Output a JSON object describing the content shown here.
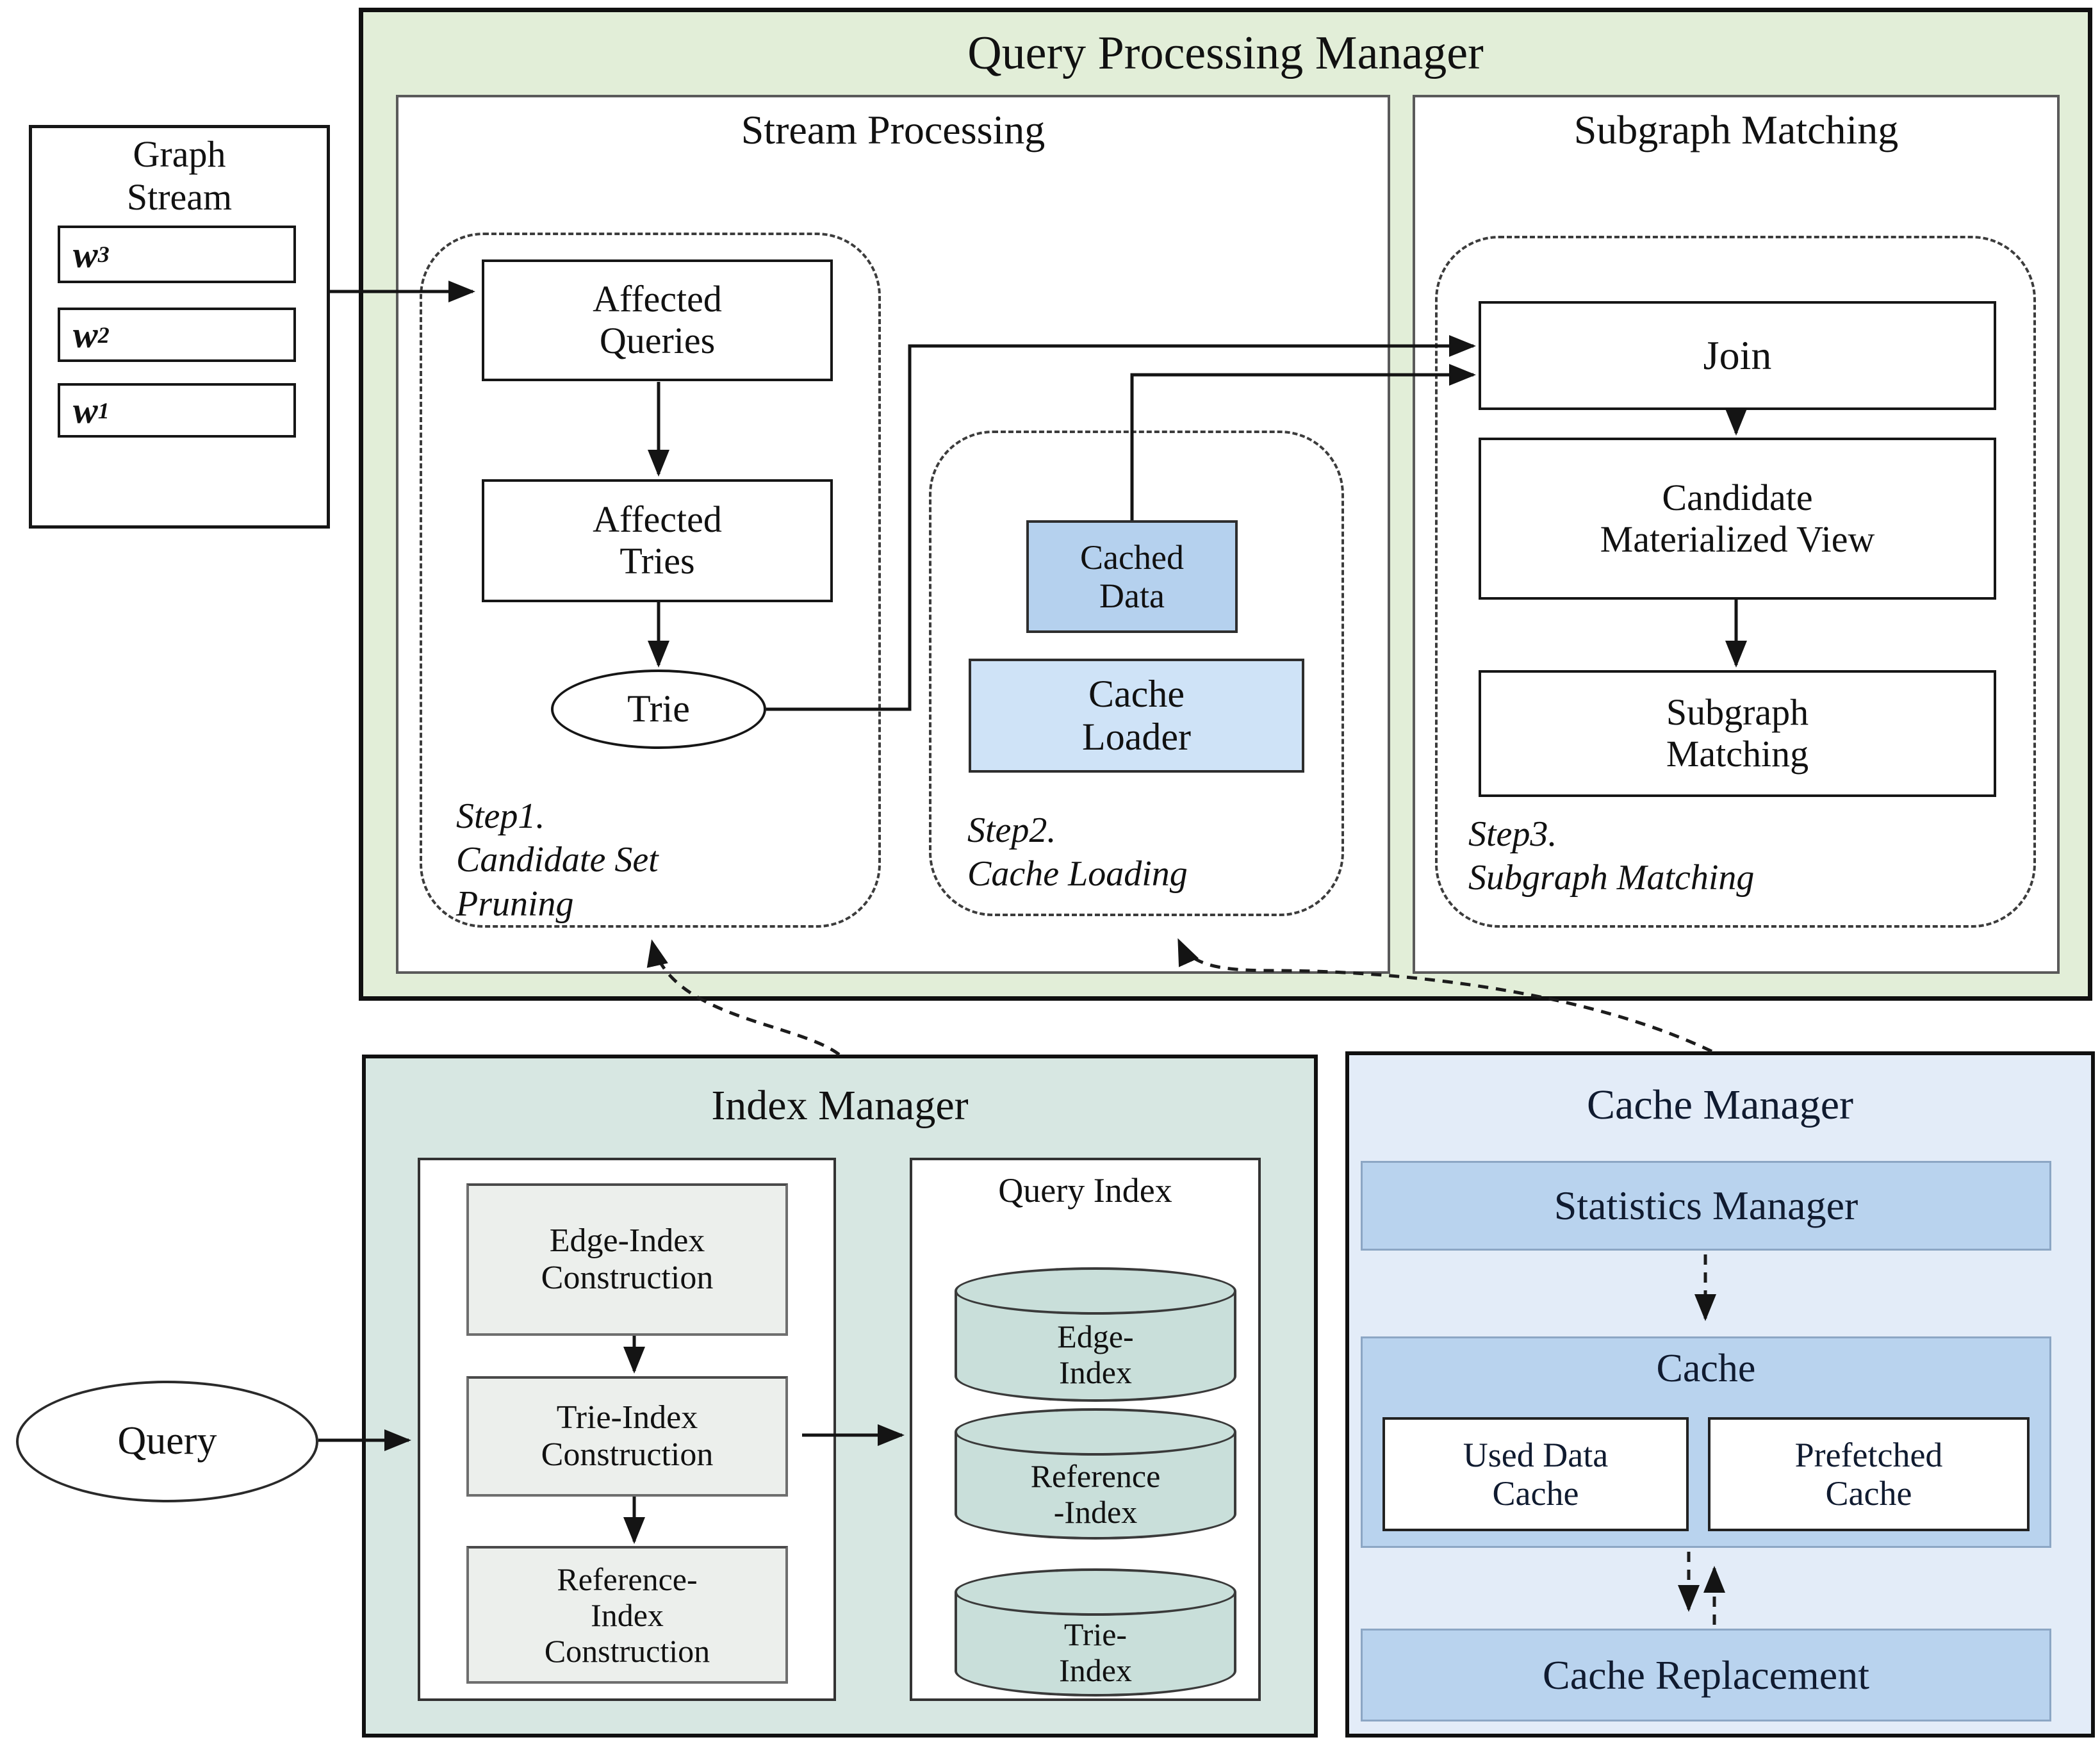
{
  "titles": {
    "query_processing_manager": "Query Processing Manager",
    "stream_processing": "Stream Processing",
    "subgraph_matching": "Subgraph Matching",
    "index_manager": "Index Manager",
    "cache_manager": "Cache Manager",
    "query_index": "Query Index"
  },
  "graph_stream": {
    "title_lines": [
      "Graph",
      "Stream"
    ],
    "windows": [
      {
        "base": "w",
        "sub": "3"
      },
      {
        "base": "w",
        "sub": "2"
      },
      {
        "base": "w",
        "sub": "1"
      }
    ]
  },
  "stream_processing": {
    "affected_queries_lines": [
      "Affected",
      "Queries"
    ],
    "affected_tries_lines": [
      "Affected",
      "Tries"
    ],
    "trie": "Trie",
    "step1_lines": [
      "Step1.",
      "Candidate Set",
      "Pruning"
    ],
    "cached_data_lines": [
      "Cached",
      "Data"
    ],
    "cache_loader_lines": [
      "Cache",
      "Loader"
    ],
    "step2_lines": [
      "Step2.",
      "Cache Loading"
    ]
  },
  "subgraph_matching": {
    "join": "Join",
    "candidate_materialized_view_lines": [
      "Candidate",
      "Materialized View"
    ],
    "subgraph_matching_lines": [
      "Subgraph",
      "Matching"
    ],
    "step3_lines": [
      "Step3.",
      "Subgraph Matching"
    ]
  },
  "index_manager": {
    "query": "Query",
    "edge_index_construction_lines": [
      "Edge-Index",
      "Construction"
    ],
    "trie_index_construction_lines": [
      "Trie-Index",
      "Construction"
    ],
    "reference_index_construction_lines": [
      "Reference-",
      "Index",
      "Construction"
    ],
    "cylinders": [
      {
        "lines": [
          "Edge-",
          "Index"
        ]
      },
      {
        "lines": [
          "Reference",
          "-Index"
        ]
      },
      {
        "lines": [
          "Trie-",
          "Index"
        ]
      }
    ]
  },
  "cache_manager": {
    "statistics_manager": "Statistics Manager",
    "cache": "Cache",
    "used_data_cache_lines": [
      "Used Data",
      "Cache"
    ],
    "prefetched_cache_lines": [
      "Prefetched",
      "Cache"
    ],
    "cache_replacement": "Cache Replacement"
  },
  "colors": {
    "qpm_background": "#e2eed8",
    "index_manager_background": "#d7e7e2",
    "cache_manager_background": "#e3ecf8",
    "blue_box": "#b9d3ee",
    "cached_data_box": "#b5d1ee",
    "cache_loader_box": "#cfe3f7",
    "cylinder_fill": "#c9dfda",
    "construction_box": "#ecefec",
    "line_color": "#141414"
  }
}
